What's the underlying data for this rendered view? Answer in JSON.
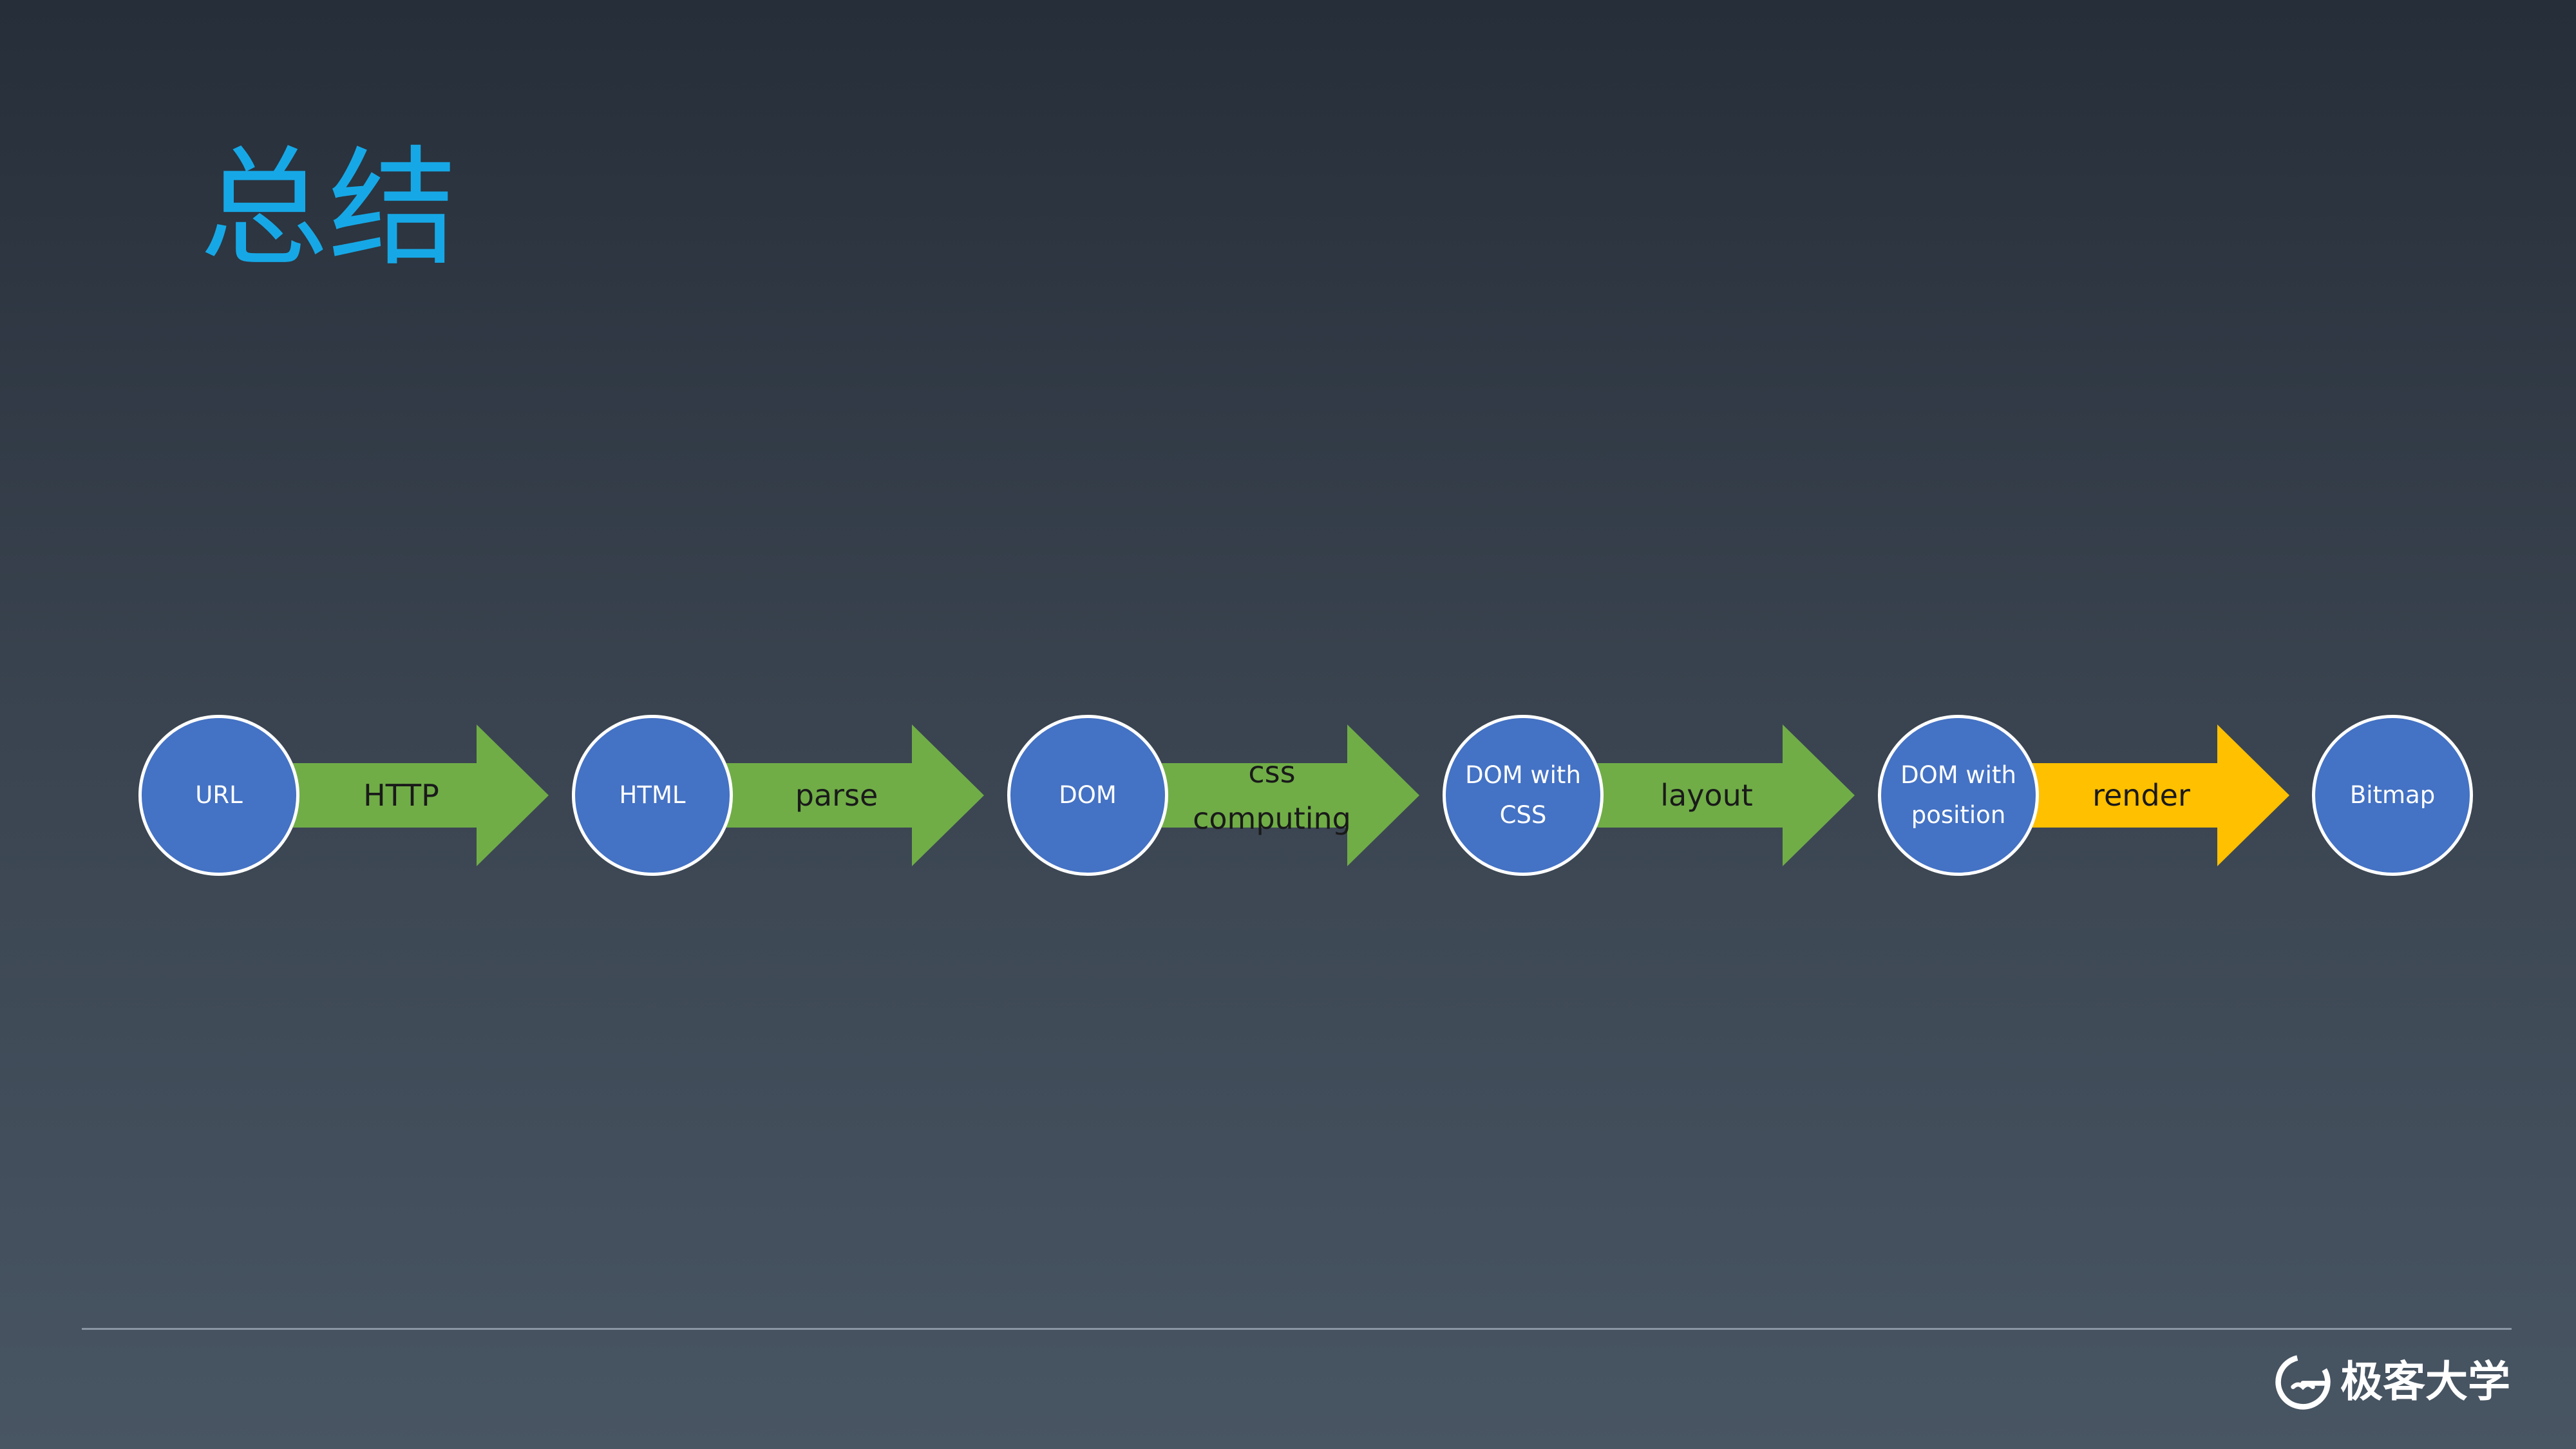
{
  "title": "总结",
  "diagram": {
    "nodes": [
      {
        "id": "url",
        "label": "URL"
      },
      {
        "id": "html",
        "label": "HTML"
      },
      {
        "id": "dom",
        "label": "DOM"
      },
      {
        "id": "dom-css",
        "label": "DOM with CSS"
      },
      {
        "id": "dom-position",
        "label": "DOM with position"
      },
      {
        "id": "bitmap",
        "label": "Bitmap"
      }
    ],
    "edges": [
      {
        "from": "url",
        "to": "html",
        "label": "HTTP",
        "color": "#70ad47"
      },
      {
        "from": "html",
        "to": "dom",
        "label": "parse",
        "color": "#70ad47"
      },
      {
        "from": "dom",
        "to": "dom-css",
        "label": "css computing",
        "color": "#70ad47"
      },
      {
        "from": "dom-css",
        "to": "dom-position",
        "label": "layout",
        "color": "#70ad47"
      },
      {
        "from": "dom-position",
        "to": "bitmap",
        "label": "render",
        "color": "#ffc000"
      }
    ],
    "node_color": "#4472c4"
  },
  "footer": {
    "logo_text": "极客大学",
    "logo_icon": "geek-logo-icon"
  }
}
